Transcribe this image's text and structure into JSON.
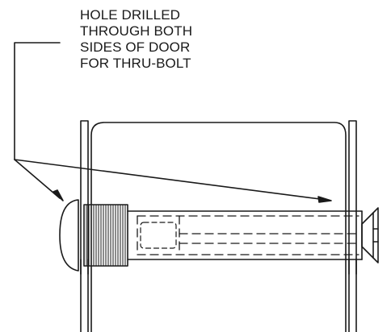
{
  "callout": {
    "lines": [
      "HOLE DRILLED",
      "THROUGH BOTH",
      "SIDES OF DOOR",
      "FOR THRU-BOLT"
    ]
  },
  "colors": {
    "stroke": "#1a1a1a",
    "background": "#ffffff"
  }
}
